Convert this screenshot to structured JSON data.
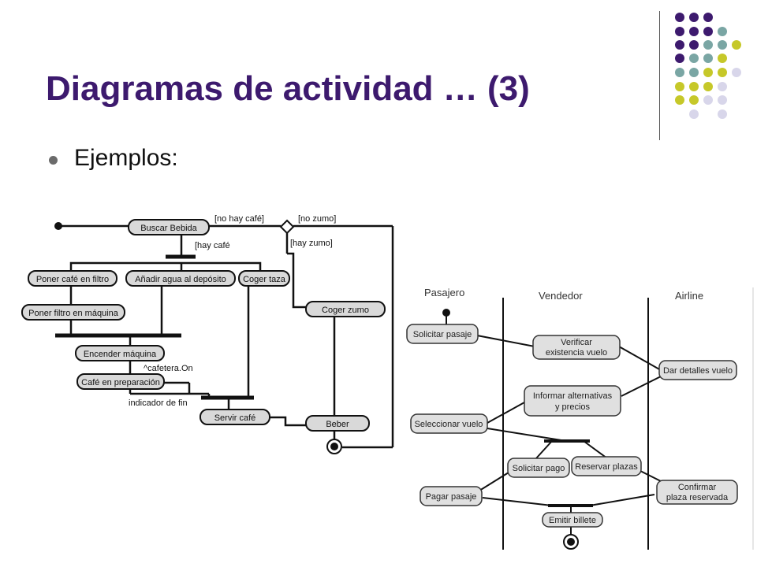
{
  "slide": {
    "title": "Diagramas de actividad … (3)",
    "bullet": "Ejemplos:"
  },
  "colors": {
    "title": "#3d1a6e",
    "dot_purple": "#3d1a6e",
    "dot_teal": "#7aa6a4",
    "dot_lime": "#c6c829",
    "dot_lavender": "#d8d6ea"
  },
  "diagram1": {
    "actions": {
      "buscar_bebida": "Buscar Bebida",
      "poner_cafe_filtro": "Poner café en filtro",
      "anadir_agua": "Añadir agua al depósito",
      "coger_taza": "Coger taza",
      "poner_filtro_maquina": "Poner filtro en máquina",
      "encender_maquina": "Encender máquina",
      "cafe_preparacion": "Café en preparación",
      "servir_cafe": "Servir café",
      "coger_zumo": "Coger zumo",
      "beber": "Beber"
    },
    "labels": {
      "no_hay_cafe": "[no hay café]",
      "no_zumo": "[no zumo]",
      "hay_cafe": "[hay café",
      "hay_zumo": "[hay zumo]",
      "cafetera_on": "^cafetera.On",
      "indicador_fin": "indicador de fin"
    }
  },
  "diagram2": {
    "lanes": {
      "pasajero": "Pasajero",
      "vendedor": "Vendedor",
      "airline": "Airline"
    },
    "actions": {
      "solicitar_pasaje": "Solicitar pasaje",
      "verificar_1": "Verificar",
      "verificar_2": "existencia vuelo",
      "dar_detalles": "Dar detalles vuelo",
      "informar_1": "Informar alternativas",
      "informar_2": "y precios",
      "seleccionar_vuelo": "Seleccionar vuelo",
      "solicitar_pago": "Solicitar pago",
      "reservar_plazas": "Reservar plazas",
      "pagar_pasaje": "Pagar pasaje",
      "confirmar_1": "Confirmar",
      "confirmar_2": "plaza reservada",
      "emitir_billete": "Emitir billete"
    }
  }
}
